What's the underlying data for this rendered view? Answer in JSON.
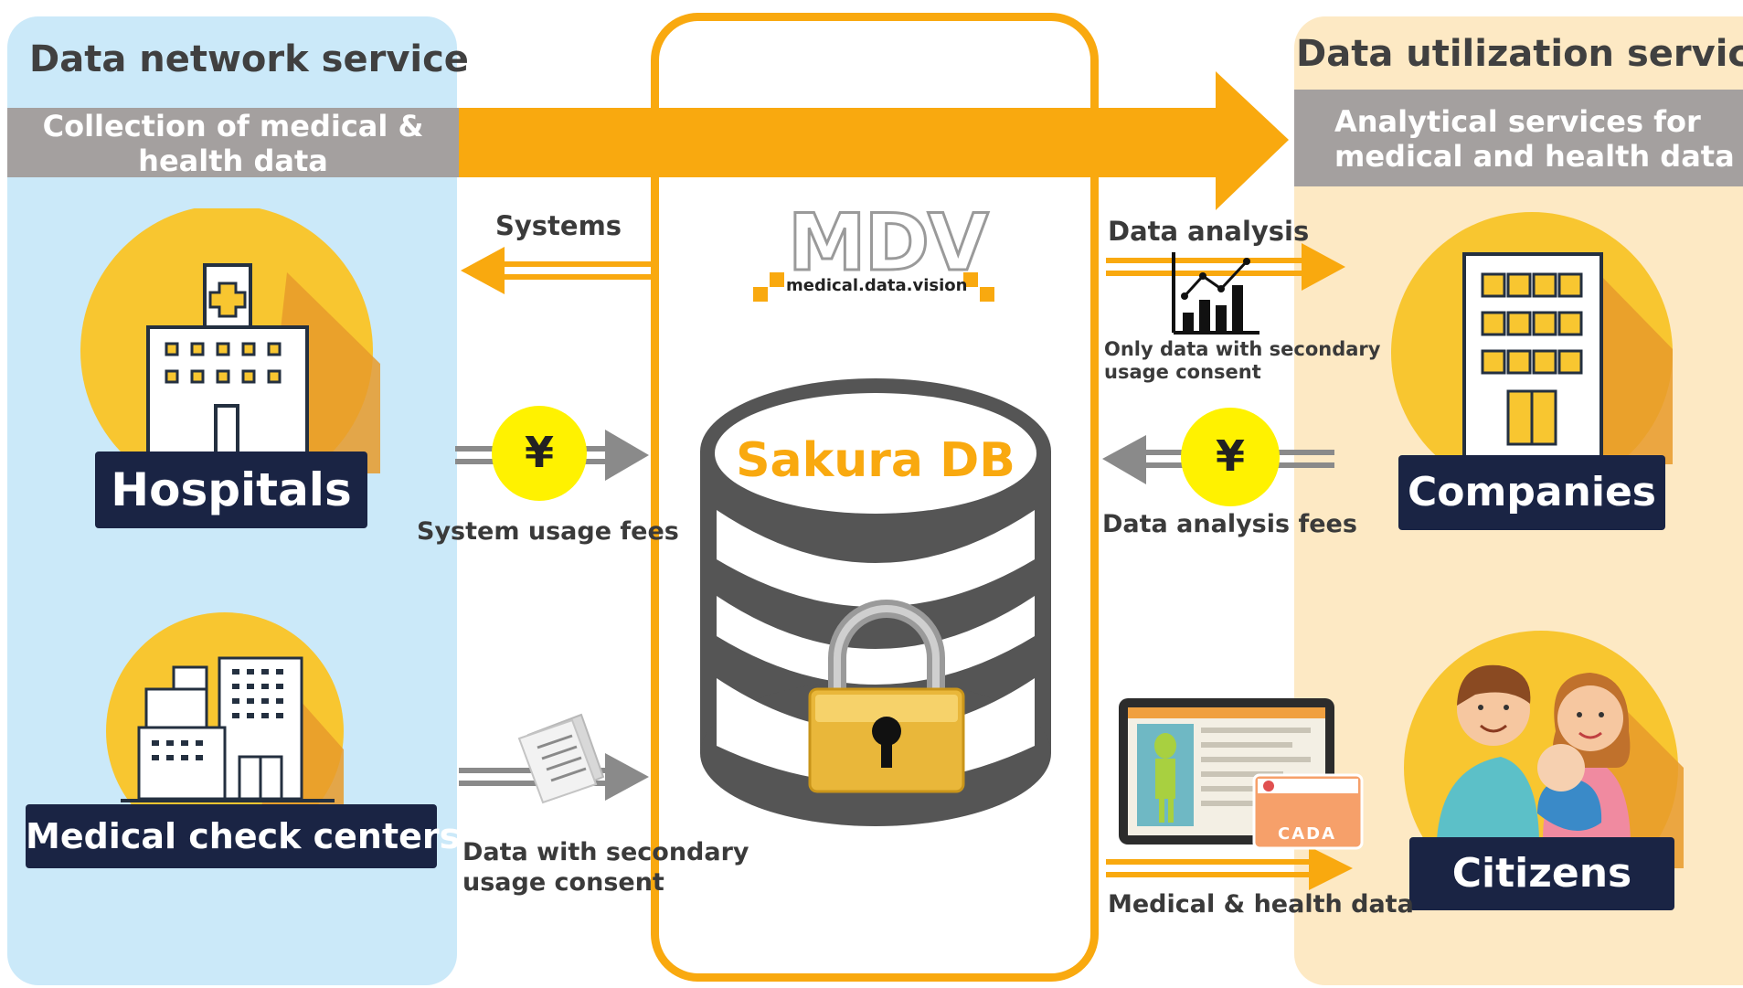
{
  "left": {
    "title": "Data network service",
    "band": [
      "Collection of medical &",
      "health data"
    ]
  },
  "right": {
    "title": "Data utilization service",
    "band": [
      "Analytical services for",
      "medical and health data"
    ]
  },
  "logo": {
    "letters": "MDV",
    "tagline": "medical.data.vision"
  },
  "db": {
    "label": "Sakura DB"
  },
  "nodes": {
    "hospitals": "Hospitals",
    "checkups": "Medical check centers",
    "companies": "Companies",
    "citizens": "Citizens"
  },
  "flows": {
    "systems": "Systems",
    "system_fees": "System usage fees",
    "consent_data": [
      "Data with secondary",
      "usage consent"
    ],
    "data_analysis": "Data analysis",
    "only_consent": [
      "Only data with secondary",
      "usage consent"
    ],
    "analysis_fees": "Data analysis fees",
    "health_data": "Medical & health data"
  },
  "currency_symbol": "¥",
  "card_text": "CADA",
  "colors": {
    "orange": "#f9a90f",
    "left_bg": "#cbe9f9",
    "right_bg": "#fde9c4",
    "navy": "#1a2444",
    "gray_band": "#a4a09f",
    "yen_yellow": "#fff200",
    "db_text": "#f9a90f"
  }
}
